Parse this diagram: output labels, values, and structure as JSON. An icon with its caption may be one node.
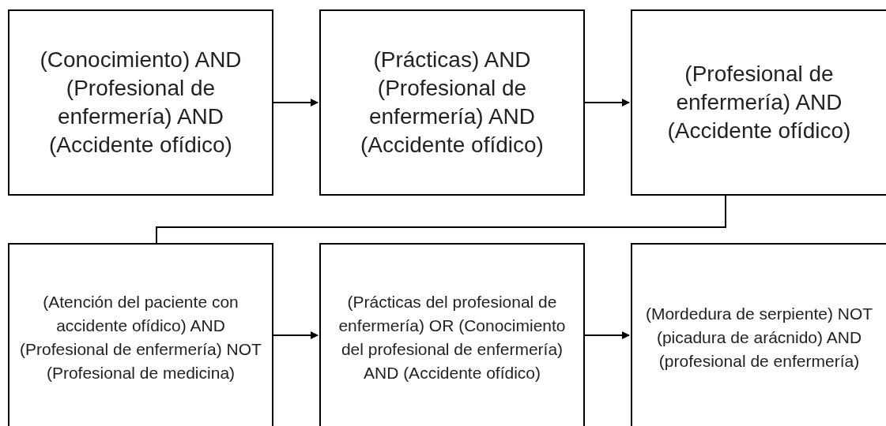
{
  "diagram": {
    "nodes": [
      {
        "text": [
          "(Conocimiento) AND (Profesional de enfermería) AND (Accidente ofídico)"
        ]
      },
      {
        "text": [
          "(Prácticas) AND (Profesional de enfermería) AND (Accidente ofídico)"
        ]
      },
      {
        "text": [
          "(Profesional de enfermería) AND (Accidente ofídico)"
        ]
      },
      {
        "text": [
          "(Atención del paciente con accidente ofídico) AND (Profesional de enfermería) NOT (Profesional de medicina)"
        ]
      },
      {
        "text": [
          "(Prácticas del profesional de enfermería) OR (Conocimiento del profesional de enfermería) AND (Accidente ofídico)"
        ]
      },
      {
        "text": [
          "(Mordedura de serpiente) NOT (picadura de arácnido) AND (profesional de enfermería)"
        ]
      }
    ],
    "edges": [
      {
        "from": 0,
        "to": 1,
        "arrow": "to"
      },
      {
        "from": 1,
        "to": 2,
        "arrow": "to"
      },
      {
        "from": 2,
        "to": 3,
        "arrow": "none"
      },
      {
        "from": 3,
        "to": 4,
        "arrow": "to"
      },
      {
        "from": 4,
        "to": 5,
        "arrow": "to"
      }
    ]
  }
}
